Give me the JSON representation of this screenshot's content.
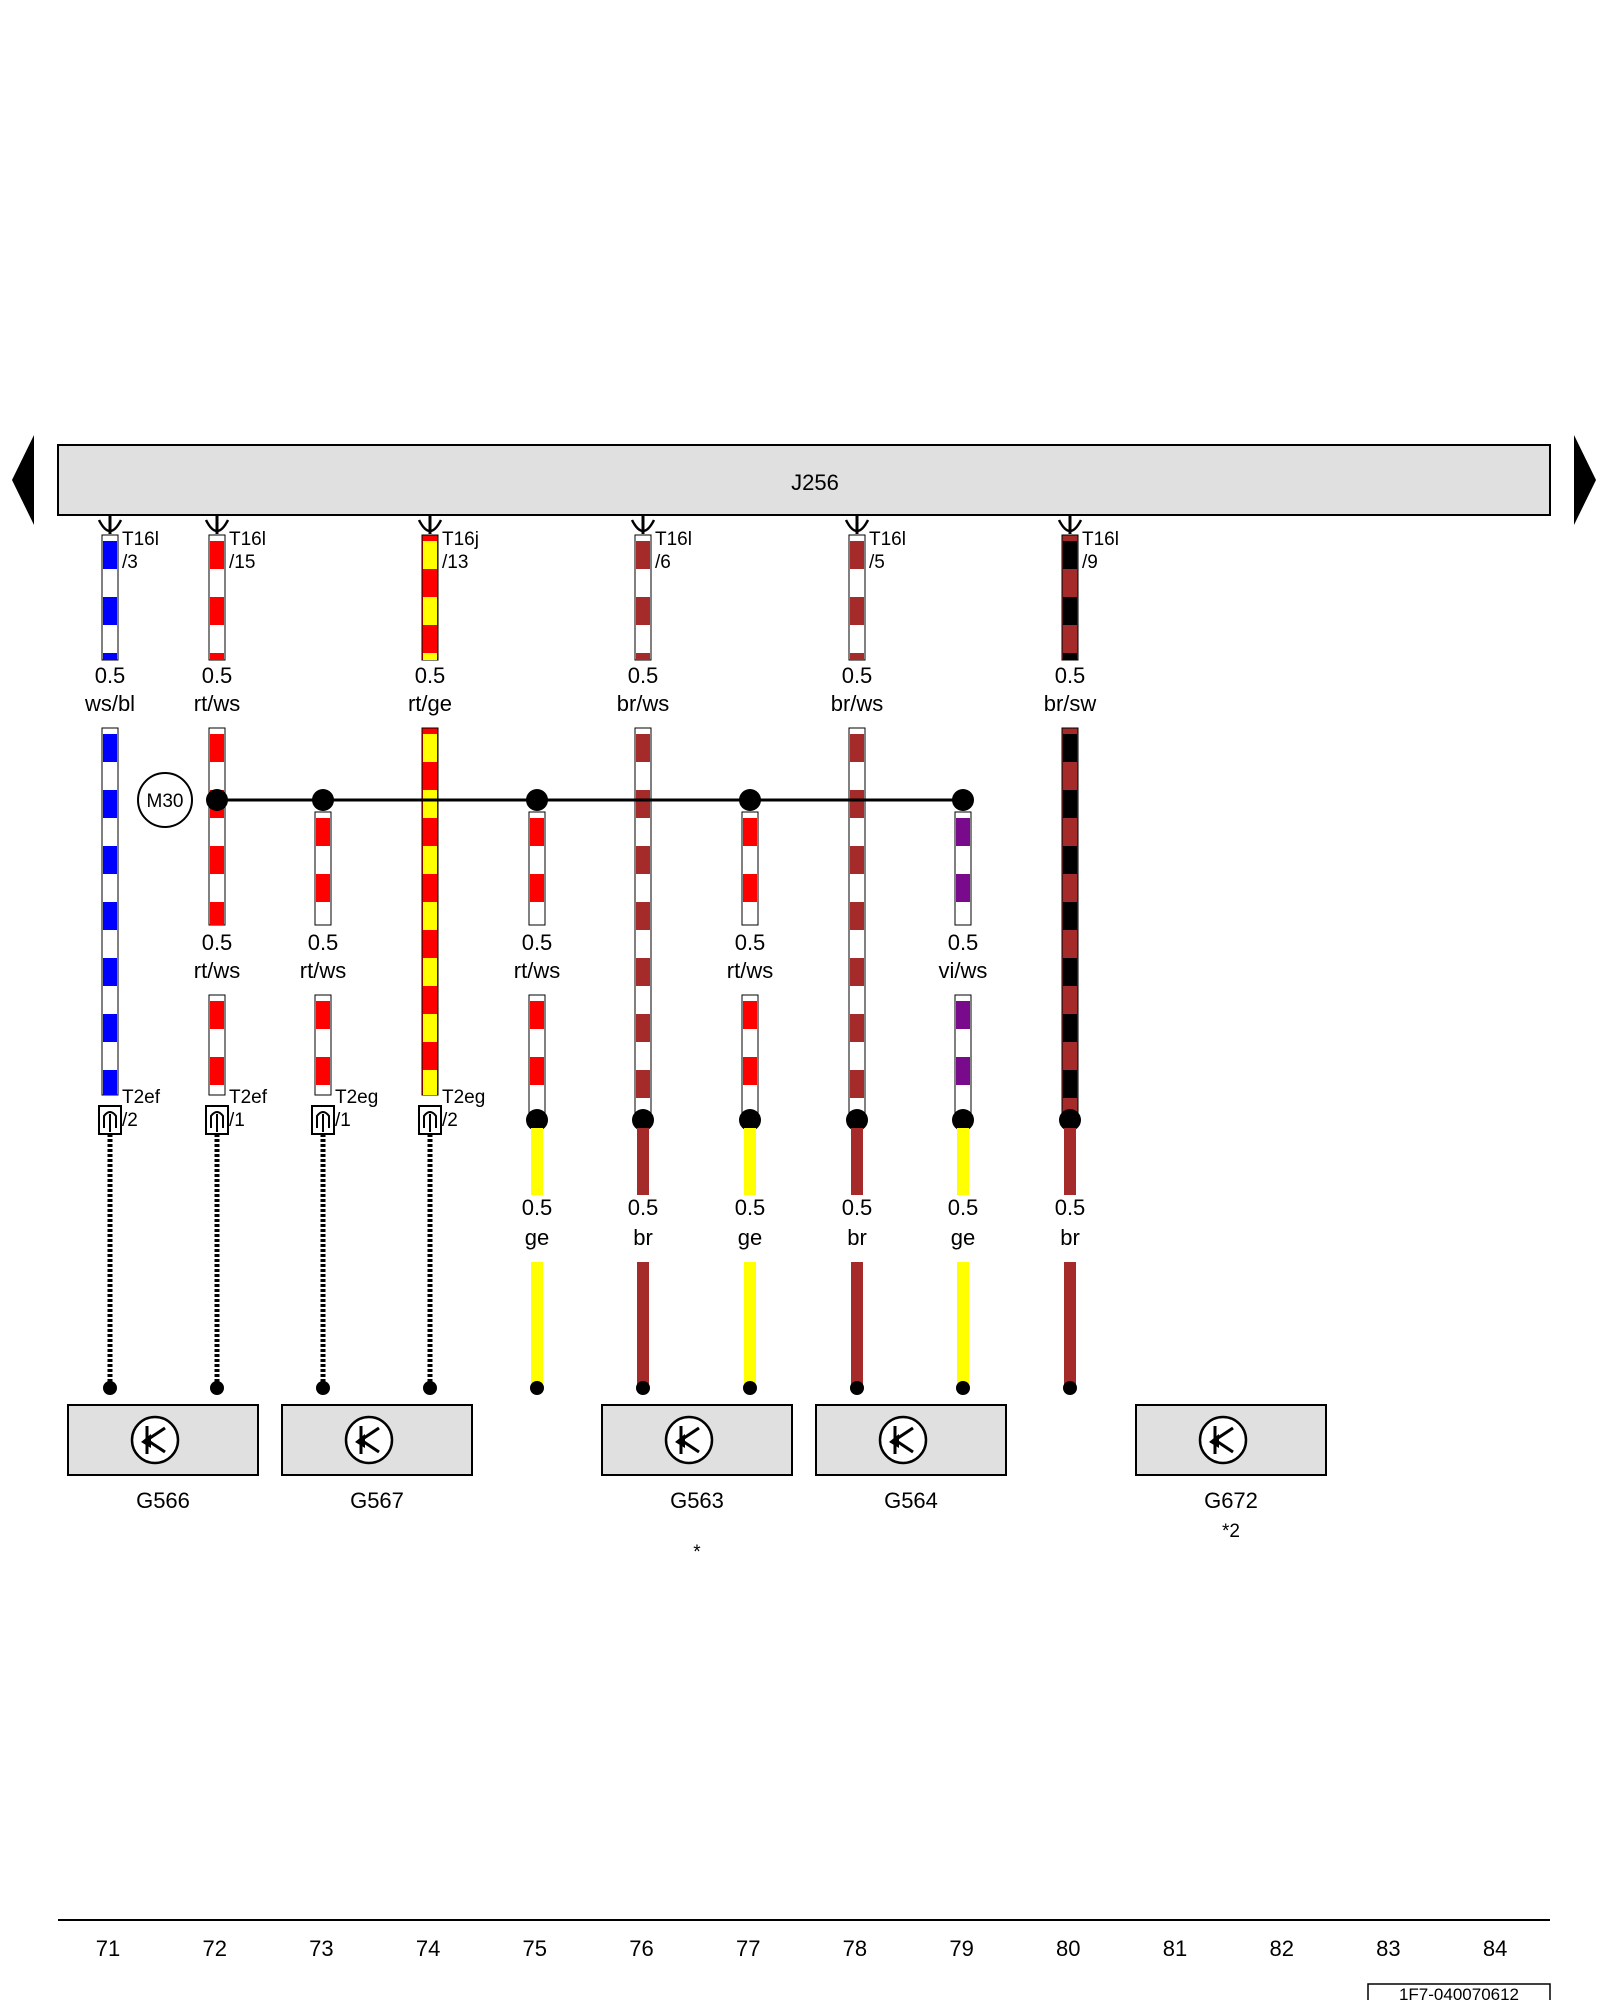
{
  "control_unit": {
    "label": "J256"
  },
  "ground_point": {
    "label": "M30"
  },
  "connectors_top": [
    {
      "id": "t1",
      "name": "T16l",
      "pin": "/3"
    },
    {
      "id": "t2",
      "name": "T16l",
      "pin": "/15"
    },
    {
      "id": "t3",
      "name": "T16j",
      "pin": "/13"
    },
    {
      "id": "t4",
      "name": "T16l",
      "pin": "/6"
    },
    {
      "id": "t5",
      "name": "T16l",
      "pin": "/5"
    },
    {
      "id": "t6",
      "name": "T16l",
      "pin": "/9"
    }
  ],
  "wire_labels_top": [
    {
      "size": "0.5",
      "color": "ws/bl"
    },
    {
      "size": "0.5",
      "color": "rt/ws"
    },
    {
      "size": "0.5",
      "color": "rt/ge"
    },
    {
      "size": "0.5",
      "color": "br/ws"
    },
    {
      "size": "0.5",
      "color": "br/ws"
    },
    {
      "size": "0.5",
      "color": "br/sw"
    }
  ],
  "wire_labels_mid": [
    {
      "size": "0.5",
      "color": "rt/ws"
    },
    {
      "size": "0.5",
      "color": "rt/ws"
    },
    {
      "size": "0.5",
      "color": "rt/ws"
    },
    {
      "size": "0.5",
      "color": "rt/ws"
    },
    {
      "size": "0.5",
      "color": "vi/ws"
    }
  ],
  "connectors_bottom": [
    {
      "name": "T2ef",
      "pin": "/2"
    },
    {
      "name": "T2ef",
      "pin": "/1"
    },
    {
      "name": "T2eg",
      "pin": "/1"
    },
    {
      "name": "T2eg",
      "pin": "/2"
    }
  ],
  "wire_labels_low": [
    {
      "size": "0.5",
      "color": "ge"
    },
    {
      "size": "0.5",
      "color": "br"
    },
    {
      "size": "0.5",
      "color": "ge"
    },
    {
      "size": "0.5",
      "color": "br"
    },
    {
      "size": "0.5",
      "color": "ge"
    },
    {
      "size": "0.5",
      "color": "br"
    }
  ],
  "sensors": [
    {
      "label": "G566",
      "note": ""
    },
    {
      "label": "G567",
      "note": ""
    },
    {
      "label": "G563",
      "note": "*"
    },
    {
      "label": "G564",
      "note": ""
    },
    {
      "label": "G672",
      "note": "*2"
    }
  ],
  "ruler": {
    "numbers": [
      "71",
      "72",
      "73",
      "74",
      "75",
      "76",
      "77",
      "78",
      "79",
      "80",
      "81",
      "82",
      "83",
      "84"
    ]
  },
  "doc_id": "1F7-040070612",
  "colors": {
    "ws": "#ffffff",
    "bl": "#0000ff",
    "rt": "#ff0000",
    "ge": "#ffff00",
    "br": "#a52a2a",
    "sw": "#000000",
    "vi": "#7a0a8c",
    "box": "#e0e0e0"
  }
}
